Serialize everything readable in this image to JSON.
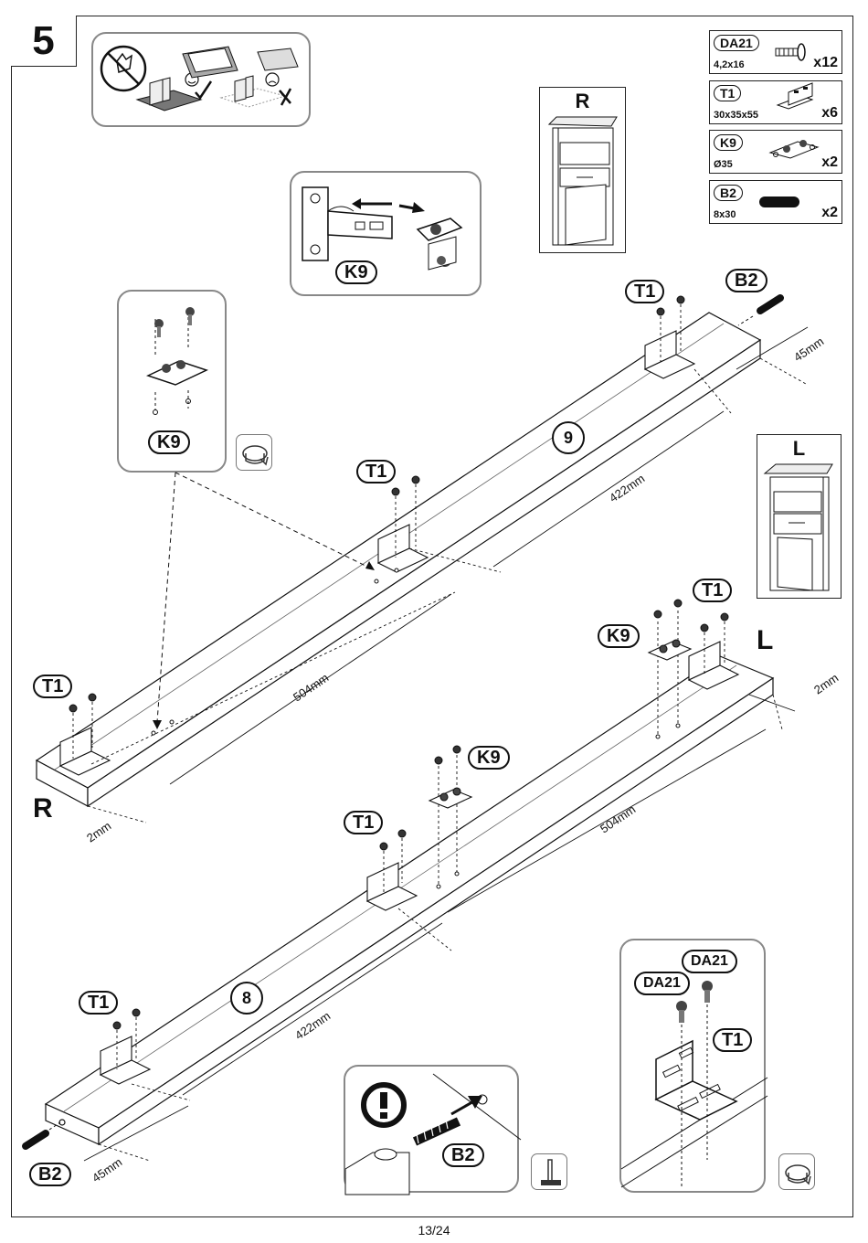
{
  "step": {
    "number": "5"
  },
  "parts": [
    {
      "code": "DA21",
      "size": "4,2x16",
      "qty": "x12",
      "icon": "screw-icon"
    },
    {
      "code": "T1",
      "size": "30x35x55",
      "qty": "x6",
      "icon": "angle-bracket-icon"
    },
    {
      "code": "K9",
      "size": "Ø35",
      "qty": "x2",
      "icon": "hinge-plate-icon"
    },
    {
      "code": "B2",
      "size": "8x30",
      "qty": "x2",
      "icon": "dowel-icon"
    }
  ],
  "cabinets": {
    "right_label": "R",
    "left_label": "L"
  },
  "callouts": {
    "k9_hinge": "K9",
    "k9_detail": "K9",
    "t1_a": "T1",
    "t1_b": "T1",
    "t1_c": "T1",
    "t1_d": "T1",
    "t1_e": "T1",
    "t1_f": "T1",
    "k9_board_r": "K9",
    "k9_board_l": "K9",
    "b2_top": "B2",
    "b2_bottom": "B2",
    "b2_detail": "B2",
    "da21_a": "DA21",
    "da21_b": "DA21",
    "t1_detail": "T1"
  },
  "boards": {
    "upper_number": "9",
    "lower_number": "8",
    "upper_side": "R",
    "lower_side": "L"
  },
  "dimensions": {
    "d45_top": "45mm",
    "d422_top": "422mm",
    "d504_top": "504mm",
    "d2_top": "2mm",
    "d2_bottom": "2mm",
    "d504_bottom": "504mm",
    "d422_bottom": "422mm",
    "d45_bottom": "45mm"
  },
  "footer": {
    "page": "13/24"
  }
}
